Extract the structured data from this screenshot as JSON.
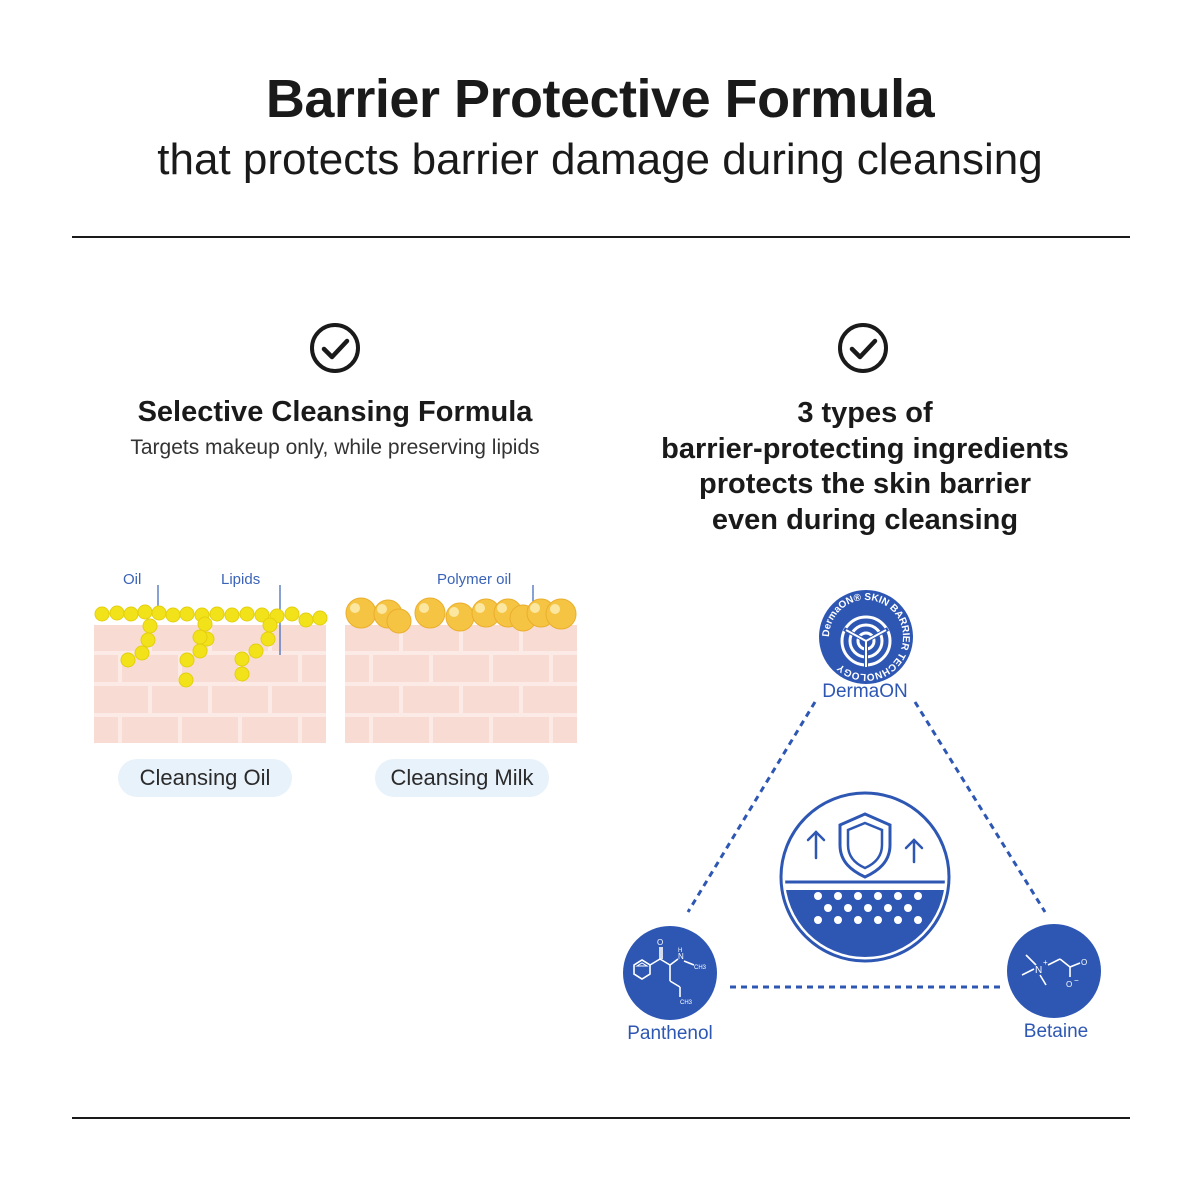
{
  "header": {
    "title": "Barrier Protective Formula",
    "subtitle": "that protects barrier damage during cleansing"
  },
  "left": {
    "heading": "Selective Cleansing Formula",
    "description": "Targets makeup only, while preserving lipids",
    "callouts": {
      "oil": "Oil",
      "lipids": "Lipids",
      "polymer_oil": "Polymer oil"
    },
    "labels": {
      "cleansing_oil": "Cleansing Oil",
      "cleansing_milk": "Cleansing Milk"
    }
  },
  "right": {
    "heading_lines": [
      "3 types of",
      "barrier-protecting ingredients",
      "protects the skin barrier",
      "even during cleansing"
    ],
    "nodes": {
      "top": "DermaON",
      "left": "Panthenol",
      "right": "Betaine"
    },
    "logo_ring_text": "DermaON® SKIN BARRIER TECHNOLOGY",
    "molecules": {
      "panthenol_atoms": [
        "O",
        "N",
        "H",
        "CH3",
        "CH3"
      ],
      "betaine_atoms": [
        "N",
        "+",
        "O",
        "O",
        "−"
      ]
    }
  },
  "colors": {
    "accent_blue": "#2e57b4",
    "skin_pink": "#f8dcd4",
    "skin_line": "#fbeae5",
    "oil_yellow": "#f2e21a",
    "polymer_gold": "#f6c443",
    "pill_bg": "#e8f2fb",
    "text": "#1a1a1a"
  }
}
